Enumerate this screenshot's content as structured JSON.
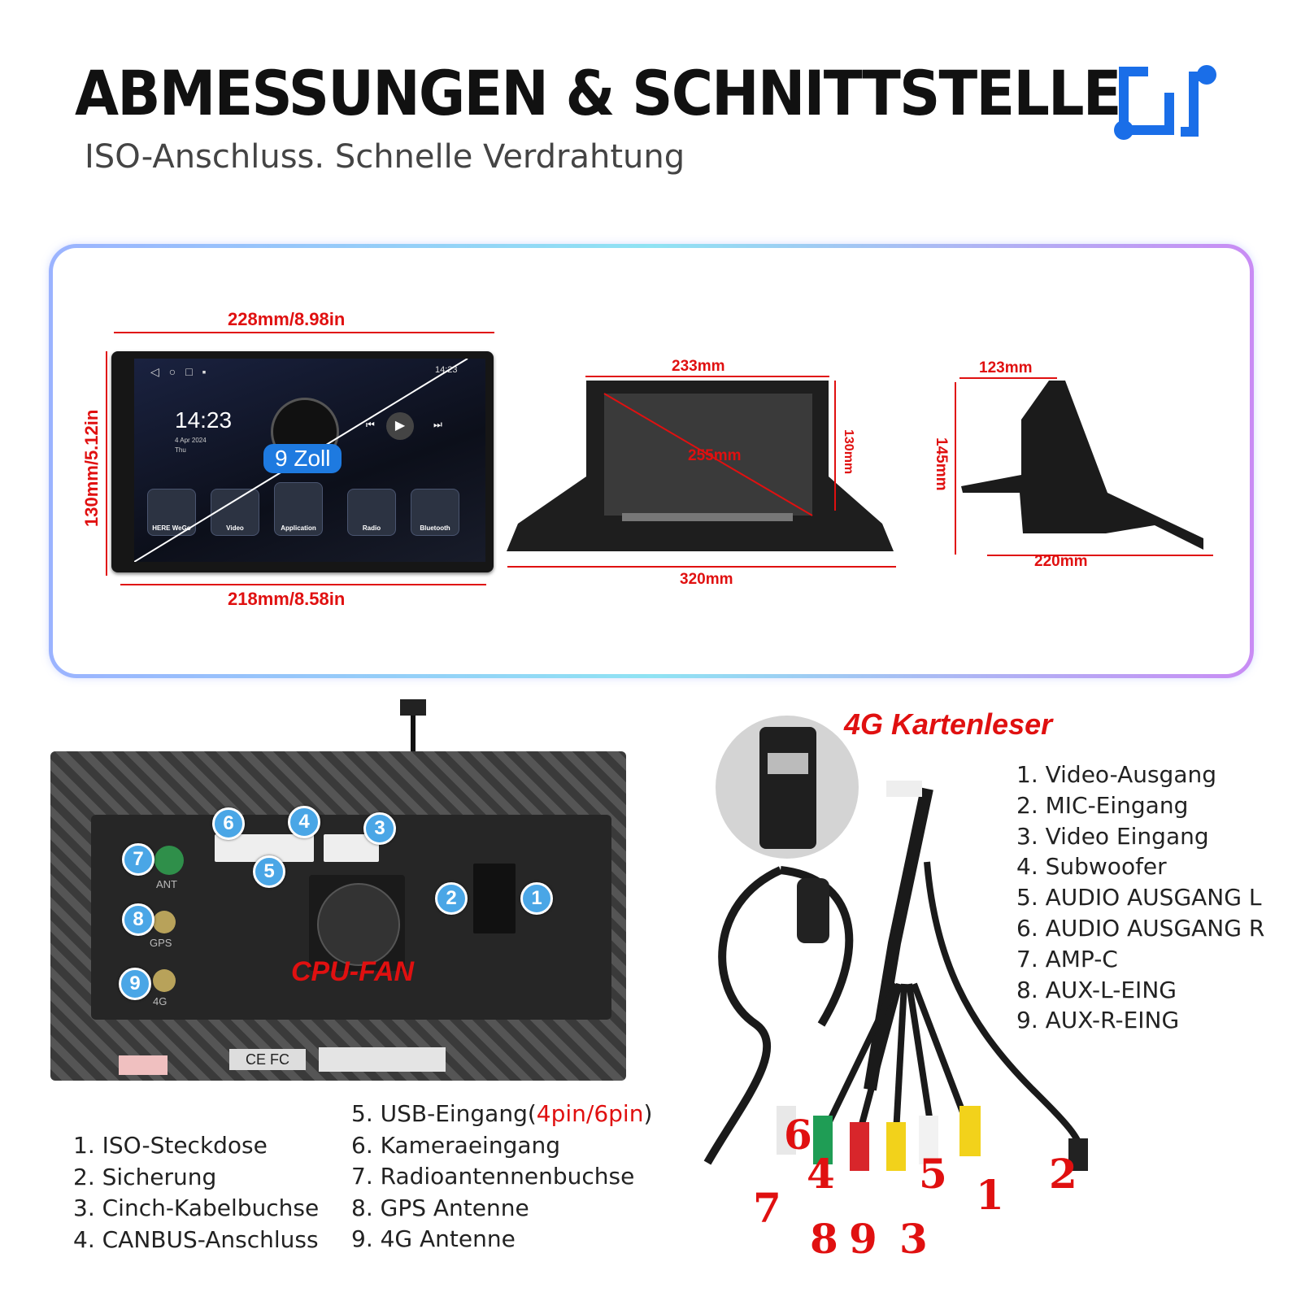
{
  "header": {
    "title": "ABMESSUNGEN & SCHNITTSTELLE",
    "subtitle": "ISO-Anschluss. Schnelle Verdrahtung"
  },
  "colors": {
    "accent_blue": "#1a6ee8",
    "dim_red": "#e01010",
    "badge_blue": "#4aa6e6"
  },
  "dimensions": {
    "screen_top": "228mm/8.98in",
    "screen_left": "130mm/5.12in",
    "screen_bottom": "218mm/8.58in",
    "frame_top": "233mm",
    "frame_right": "130mm",
    "frame_diag": "255mm",
    "frame_bottom": "320mm",
    "side_top": "123mm",
    "side_left": "145mm",
    "side_bottom": "220mm"
  },
  "screen": {
    "time": "14:23",
    "date": "4 Apr 2024",
    "day": "Thu",
    "status_time": "14:23",
    "size_badge": "9 Zoll",
    "apps": [
      "HERE WeGo",
      "Video",
      "Application",
      "Radio",
      "Bluetooth"
    ]
  },
  "back_panel": {
    "labels": {
      "ant": "ANT",
      "gps": "GPS",
      "g4": "4G",
      "fan": "CPU-FAN",
      "cert": "CE FC"
    },
    "badges": [
      "1",
      "2",
      "3",
      "4",
      "5",
      "6",
      "7",
      "8",
      "9"
    ]
  },
  "port_list": {
    "left": [
      "1. ISO-Steckdose",
      "2. Sicherung",
      "3. Cinch-Kabelbuchse",
      "4. CANBUS-Anschluss"
    ],
    "right_5_prefix": "5. USB-Eingang(",
    "right_5_highlight": "4pin/6pin",
    "right_5_suffix": ")",
    "right": [
      "6. Kameraeingang",
      "7. Radioantennenbuchse",
      "8. GPS Antenne",
      "9. 4G Antenne"
    ]
  },
  "cable": {
    "title": "4G Kartenleser",
    "list": [
      "1. Video-Ausgang",
      "2. MIC-Eingang",
      "3. Video Eingang",
      "4. Subwoofer",
      "5. AUDIO AUSGANG L",
      "6. AUDIO AUSGANG R",
      "7. AMP-C",
      "8. AUX-L-EING",
      "9. AUX-R-EING"
    ],
    "numbers": [
      "6",
      "4",
      "5",
      "1",
      "2",
      "7",
      "8",
      "9",
      "3"
    ]
  }
}
